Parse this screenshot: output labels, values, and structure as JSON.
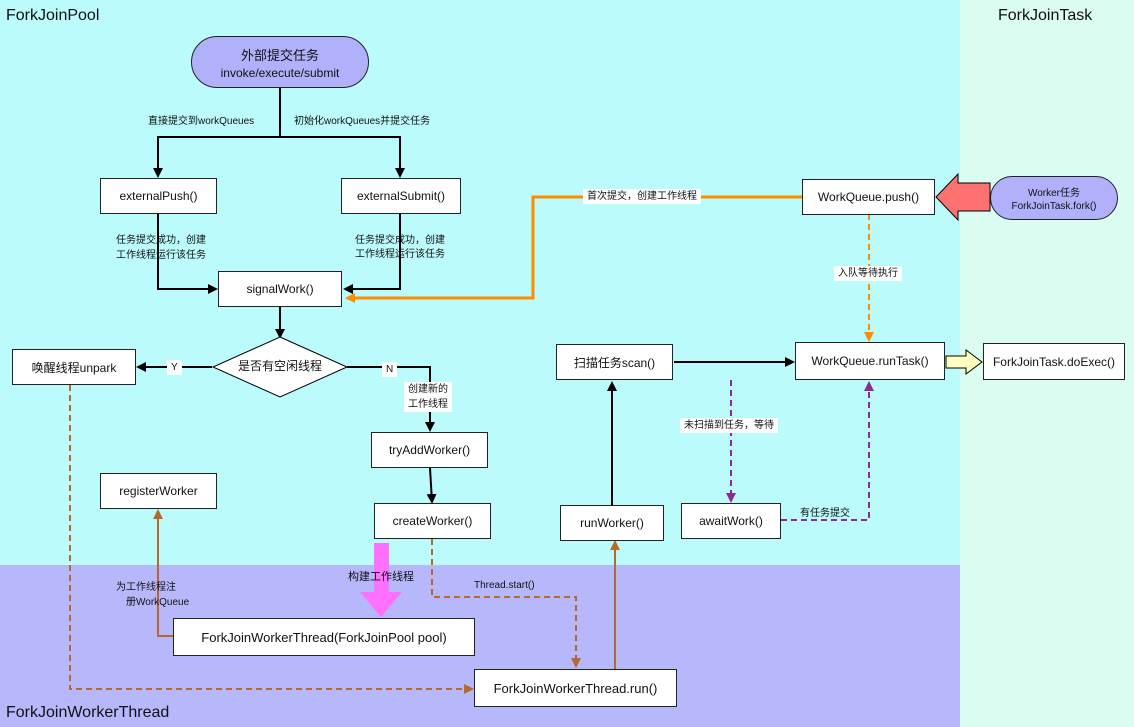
{
  "regions": {
    "pool": "ForkJoinPool",
    "task": "ForkJoinTask",
    "worker_thread": "ForkJoinWorkerThread"
  },
  "colors": {
    "pool_bg": "#bbfbfb",
    "task_bg": "#dafcf1",
    "thread_bg": "#b7b7fc",
    "pill_bg": "#b0b0fb",
    "orange": "#ff8c00",
    "brown": "#b56a2a",
    "purple": "#8e2a93",
    "magenta": "#ff70ff",
    "red_arrow": "#ff7070",
    "yellow_arrow": "#ffffc0"
  },
  "nodes": {
    "external_submit_pill": {
      "line1": "外部提交任务",
      "line2": "invoke/execute/submit"
    },
    "worker_task_pill": {
      "line1": "Worker任务",
      "line2": "ForkJoinTask.fork()"
    },
    "external_push": "externalPush()",
    "external_submit": "externalSubmit()",
    "signal_work": "signalWork()",
    "idle_decision": "是否有空闲线程",
    "wake_unpark": "唤醒线程unpark",
    "try_add_worker": "tryAddWorker()",
    "create_worker": "createWorker()",
    "register_worker": "registerWorker",
    "worker_constructor": "ForkJoinWorkerThread(ForkJoinPool pool)",
    "worker_run": "ForkJoinWorkerThread.run()",
    "run_worker": "runWorker()",
    "scan": "扫描任务scan()",
    "await_work": "awaitWork()",
    "queue_push": "WorkQueue.push()",
    "queue_run_task": "WorkQueue.runTask()",
    "do_exec": "ForkJoinTask.doExec()"
  },
  "labels": {
    "direct_submit": "直接提交到workQueues",
    "init_submit": "初始化workQueues并提交任务",
    "push_success_1": "任务提交成功，创建",
    "push_success_2": "工作线程运行该任务",
    "submit_success_1": "任务提交成功，创建",
    "submit_success_2": "工作线程运行该任务",
    "yes": "Y",
    "no": "N",
    "create_new_1": "创建新的",
    "create_new_2": "工作线程",
    "first_submit": "首次提交，创建工作线程",
    "enqueue_wait": "入队等待执行",
    "not_scanned": "未扫描到任务，等待",
    "task_submitted": "有任务提交",
    "build_worker": "构建工作线程",
    "thread_start": "Thread.start()",
    "register_1": "为工作线程注",
    "register_2": "册WorkQueue"
  }
}
